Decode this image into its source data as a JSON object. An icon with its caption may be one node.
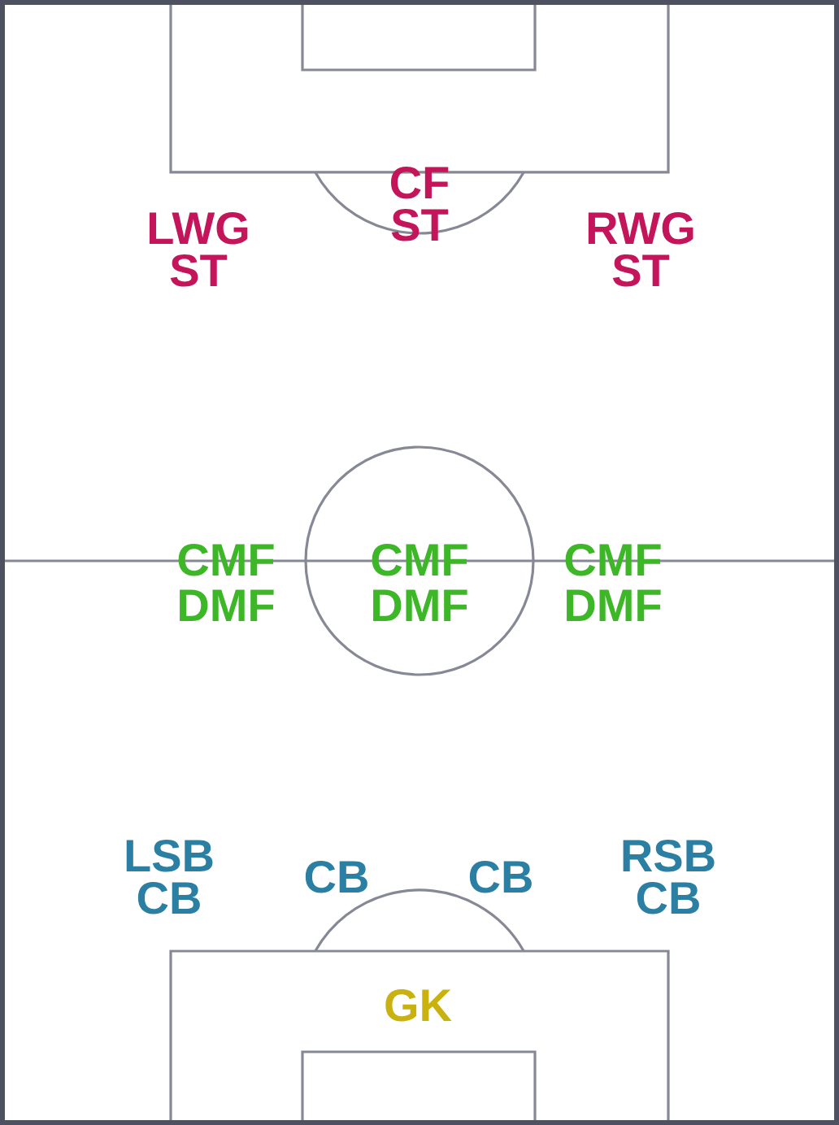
{
  "diagram": {
    "labels": [
      "CF",
      "ST",
      "LWG",
      "ST",
      "RWG",
      "ST",
      "CMF",
      "DMF",
      "CMF",
      "DMF",
      "CMF",
      "DMF",
      "LSB",
      "CB",
      "CB",
      "CB",
      "RSB",
      "CB",
      "GK"
    ]
  }
}
